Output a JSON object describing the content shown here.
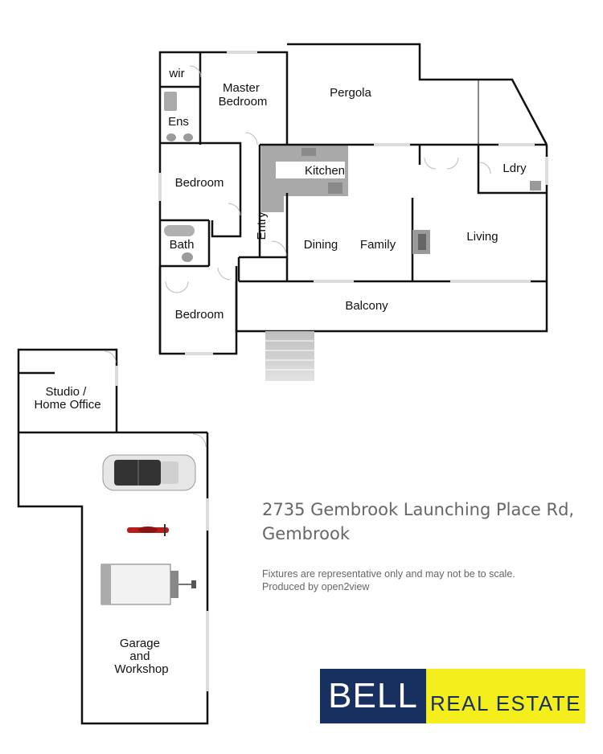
{
  "rooms": {
    "wir": "wir",
    "master_bedroom": [
      "Master",
      "Bedroom"
    ],
    "pergola": "Pergola",
    "ens": "Ens",
    "bedroom_1": "Bedroom",
    "kitchen": "Kitchen",
    "ldry": "Ldry",
    "entry": "Entry",
    "bath": "Bath",
    "dining": "Dining",
    "family": "Family",
    "living": "Living",
    "bedroom_2": "Bedroom",
    "balcony": "Balcony",
    "studio": [
      "Studio /",
      "Home Office"
    ],
    "garage": [
      "Garage",
      "and",
      "Workshop"
    ]
  },
  "address": {
    "line1": "2735 Gembrook Launching Place Rd,",
    "line2": "Gembrook"
  },
  "disclaimer": {
    "line1": "Fixtures are representative only and may not be to scale.",
    "line2": "Produced by open2view"
  },
  "logo": {
    "left": "BELL",
    "right": "REAL ESTATE"
  },
  "colors": {
    "wall": "#111111",
    "fixture": "#9a9a9a",
    "logo_navy": "#17305f",
    "logo_yellow": "#f4ee1c"
  }
}
